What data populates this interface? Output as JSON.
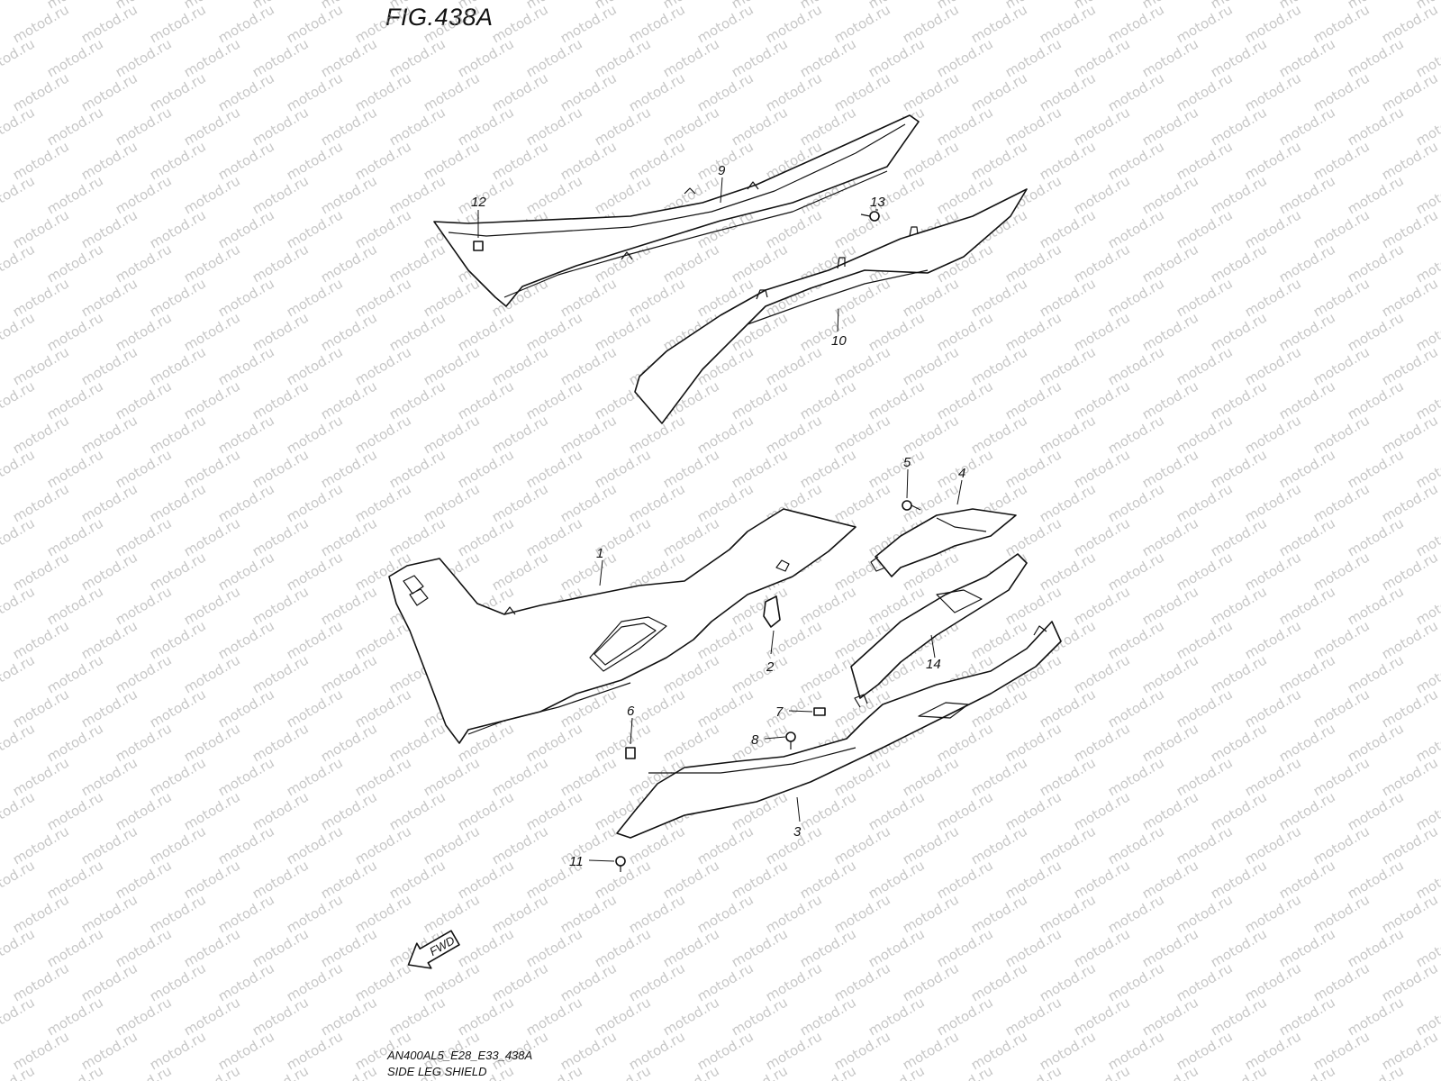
{
  "figure": {
    "title": "FIG.438A",
    "code": "AN400AL5_E28_E33_438A",
    "name": "SIDE LEG SHIELD"
  },
  "watermark": "motod.ru",
  "fwd_label": "FWD",
  "callouts": [
    {
      "id": "1",
      "label": "1"
    },
    {
      "id": "2",
      "label": "2"
    },
    {
      "id": "3",
      "label": "3"
    },
    {
      "id": "4",
      "label": "4"
    },
    {
      "id": "5",
      "label": "5"
    },
    {
      "id": "6",
      "label": "6"
    },
    {
      "id": "7",
      "label": "7"
    },
    {
      "id": "8",
      "label": "8"
    },
    {
      "id": "9",
      "label": "9"
    },
    {
      "id": "10",
      "label": "10"
    },
    {
      "id": "11",
      "label": "11"
    },
    {
      "id": "12",
      "label": "12"
    },
    {
      "id": "13",
      "label": "13"
    },
    {
      "id": "14",
      "label": "14"
    }
  ],
  "colors": {
    "ink": "#111111",
    "watermark": "#9a9a9a",
    "background": "#ffffff"
  }
}
